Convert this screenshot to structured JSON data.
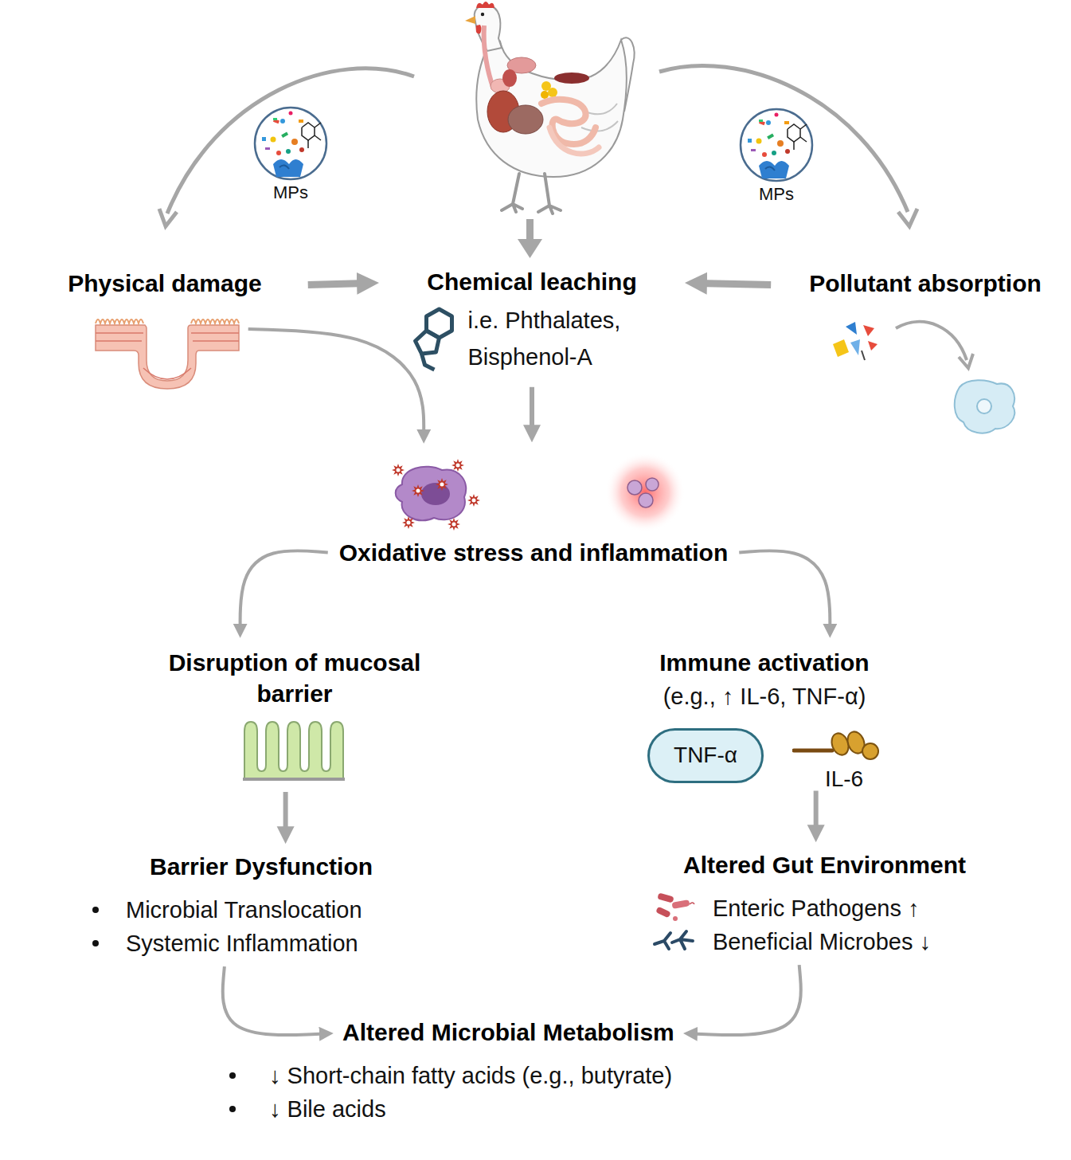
{
  "diagram": {
    "nodes": [
      {
        "text": [
          "Physical damage"
        ]
      },
      {
        "text": [
          "Chemical leaching",
          "i.e. Phthalates, Bisphenol-A"
        ]
      },
      {
        "text": [
          "Pollutant absorption"
        ]
      },
      {
        "text": [
          "Oxidative stress and inflammation"
        ]
      },
      {
        "text": [
          "Disruption of mucosal barrier"
        ]
      },
      {
        "text": [
          "Immune activation",
          "(e.g., ↑ IL-6, TNF-α)"
        ]
      },
      {
        "text": [
          "TNF-α"
        ],
        "in": 5
      },
      {
        "text": [
          "Barrier Dysfunction",
          "Microbial Translocation",
          "Systemic Inflammation"
        ]
      },
      {
        "text": [
          "Altered Gut Environment",
          "Enteric Pathogens ↑",
          "Beneficial Microbes ↓"
        ]
      },
      {
        "text": [
          "Altered Microbial Metabolism",
          "↓ Short-chain fatty acids (e.g., butyrate)",
          "↓ Bile acids"
        ]
      }
    ],
    "edges": [
      {
        "from": 0,
        "to": 1,
        "arrow": "to"
      },
      {
        "from": 2,
        "to": 1,
        "arrow": "to"
      },
      {
        "from": 0,
        "to": 3,
        "arrow": "to"
      },
      {
        "from": 1,
        "to": 3,
        "arrow": "to"
      },
      {
        "from": 3,
        "to": 4,
        "arrow": "to"
      },
      {
        "from": 3,
        "to": 5,
        "arrow": "to"
      },
      {
        "from": 4,
        "to": 7,
        "arrow": "to"
      },
      {
        "from": 5,
        "to": 8,
        "arrow": "to"
      },
      {
        "from": 7,
        "to": 9,
        "arrow": "to"
      },
      {
        "from": 8,
        "to": 9,
        "arrow": "to"
      }
    ],
    "labels": [
      "MPs",
      "MPs",
      "IL-6"
    ]
  }
}
